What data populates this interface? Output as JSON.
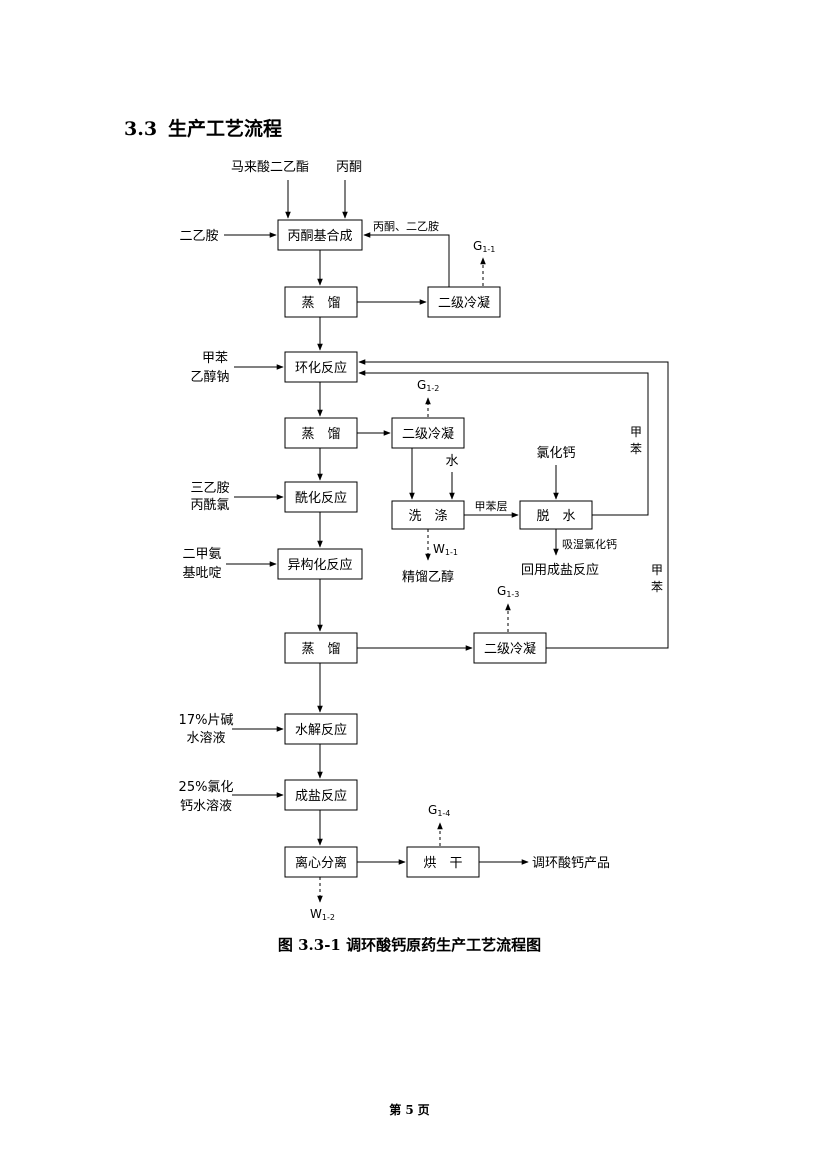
{
  "section": {
    "number": "3.3",
    "title": "生产工艺流程"
  },
  "flow": {
    "top_inputs": [
      "马来酸二乙酯",
      "丙酮"
    ],
    "input_diethylamine": "二乙胺",
    "box_condensation": "丙酮基合成",
    "recycle_label": "丙酮、二乙胺",
    "box_distill_1": "蒸　馏",
    "box_cond2_1": "二级冷凝",
    "gas_1": {
      "main": "G",
      "sub": "1-1"
    },
    "input_cyclize_1": "甲苯",
    "input_cyclize_2": "乙醇钠",
    "box_cyclize": "环化反应",
    "box_distill_2": "蒸　馏",
    "box_cond2_2": "二级冷凝",
    "gas_2": {
      "main": "G",
      "sub": "1-2"
    },
    "input_water": "水",
    "input_cacl2": "氯化钙",
    "toluene_recycle_1": "甲\n苯",
    "input_acyl_1": "三乙胺",
    "input_acyl_2": "丙酰氯",
    "box_acyl": "酰化反应",
    "box_wash": "洗　涤",
    "toluene_layer": "甲苯层",
    "box_dehydrate": "脱　水",
    "wet_cacl2": "吸湿氯化钙",
    "reuse_salt": "回用成盐反应",
    "input_isomer_1": "二甲氨",
    "input_isomer_2": "基吡啶",
    "box_isomer": "异构化反应",
    "waste_1": {
      "main": "W",
      "sub": "1-1"
    },
    "ethanol": "精馏乙醇",
    "gas_3": {
      "main": "G",
      "sub": "1-3"
    },
    "toluene_recycle_2": "甲\n苯",
    "box_distill_3": "蒸　馏",
    "box_cond2_3": "二级冷凝",
    "input_hydro_1": "17%片碱",
    "input_hydro_2": "水溶液",
    "box_hydrolysis": "水解反应",
    "input_salt_1": "25%氯化",
    "input_salt_2": "钙水溶液",
    "box_salt": "成盐反应",
    "gas_4": {
      "main": "G",
      "sub": "1-4"
    },
    "box_centrifuge": "离心分离",
    "box_dry": "烘　干",
    "product": "调环酸钙产品",
    "waste_2": {
      "main": "W",
      "sub": "1-2"
    }
  },
  "caption": "图 3.3-1 调环酸钙原药生产工艺流程图",
  "footer": {
    "pre": "第",
    "page": "5",
    "post": "页"
  }
}
